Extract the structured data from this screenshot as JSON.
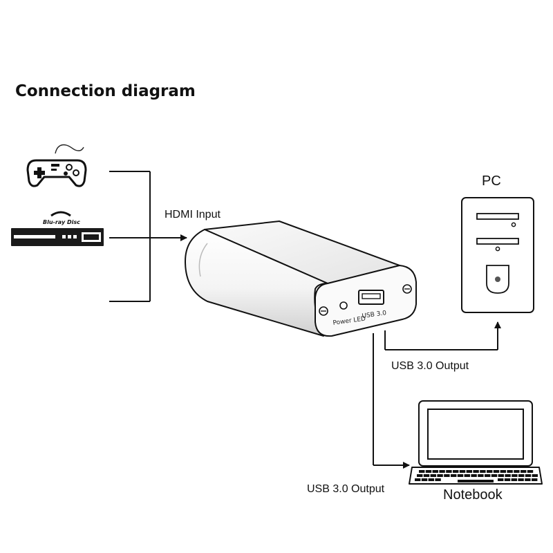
{
  "title": "Connection diagram",
  "labels": {
    "hdmi_input": "HDMI Input",
    "pc": "PC",
    "usb_output_pc": "USB 3.0 Output",
    "usb_output_notebook": "USB 3.0 Output",
    "notebook": "Notebook"
  },
  "device": {
    "power_led": "Power LED",
    "usb_port": "USB 3.0"
  },
  "bluray_logo_text": "Blu-ray Disc",
  "icons": [
    "gamepad-icon",
    "bluray-player-icon",
    "capture-device",
    "pc-tower-icon",
    "notebook-icon"
  ]
}
